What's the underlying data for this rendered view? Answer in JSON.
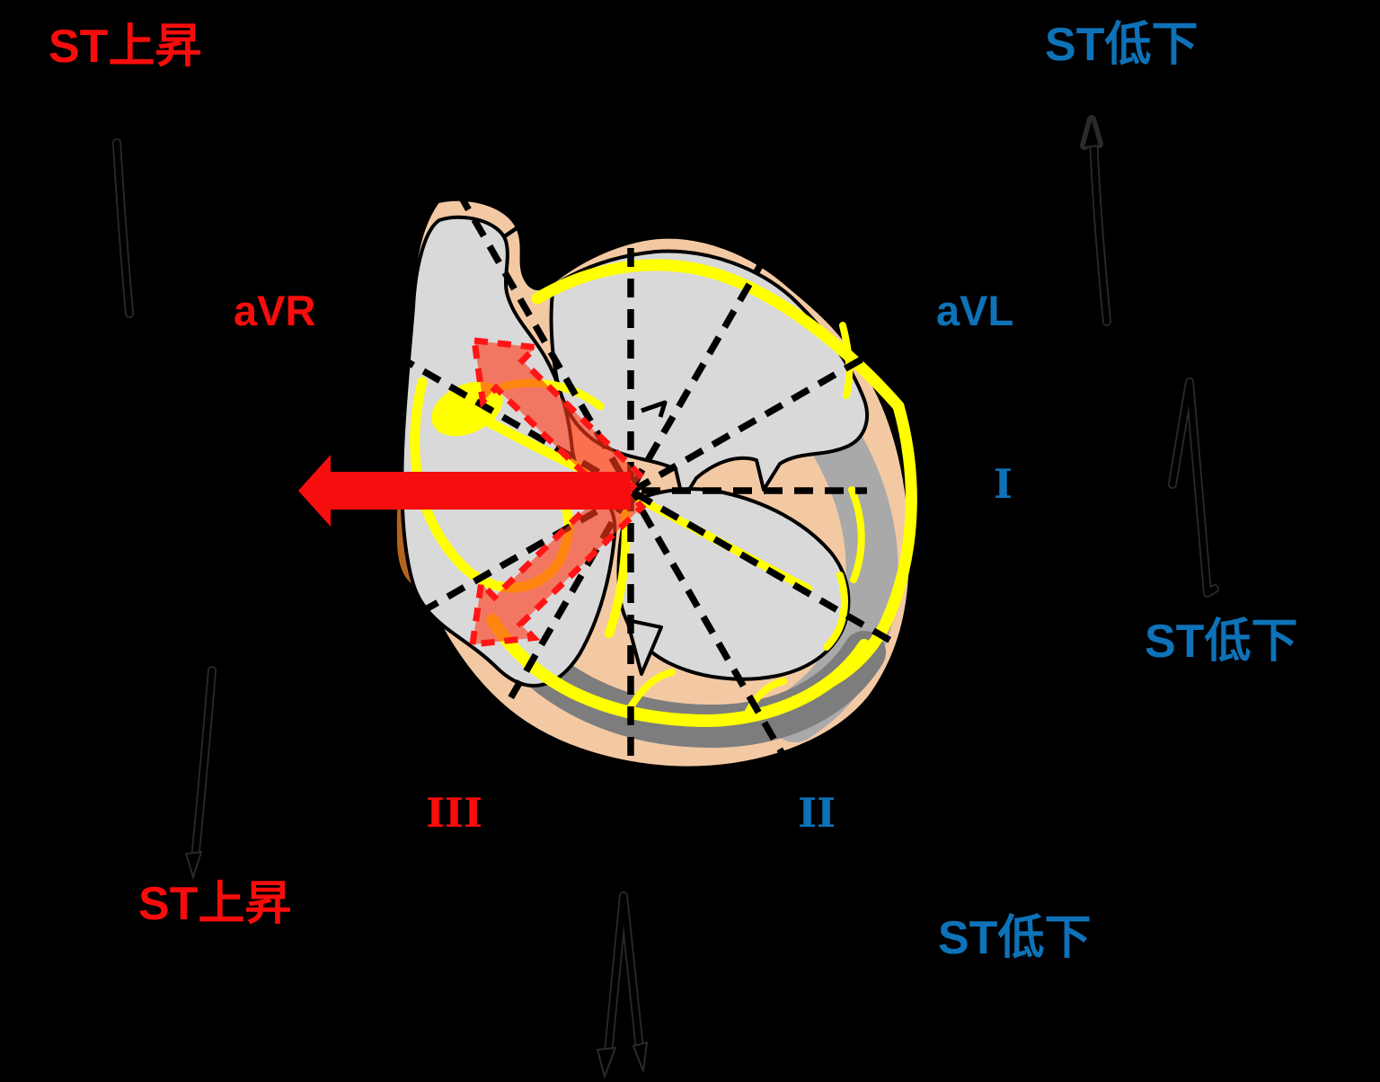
{
  "title": "Hexaxial ECG limb-lead diagram over a heart cross-section showing ST vector",
  "colors": {
    "background": "#000000",
    "red_label": "#f80c0c",
    "blue_label": "#0e72b8",
    "solid_vector_red": "#f70d0d",
    "translucent_vector_red": "rgba(255,58,26,0.62)",
    "vector_dash_border_red": "#ff1515",
    "myocardium_peach": "#f3c9a4",
    "chamber_gray": "#d9d9d9",
    "posterolateral_gray": "#a9a9a9",
    "inferior_dark_gray": "#7d7d7d",
    "conduction_yellow": "#ffff00",
    "vessel_brown": "#b5641e",
    "axis_black": "#000000"
  },
  "labels": {
    "st_elevation_top_left": {
      "text": "ST上昇",
      "color": "#f80c0c"
    },
    "st_depression_top_right": {
      "text": "ST低下",
      "color": "#0e72b8"
    },
    "lead_avr": {
      "text": "aVR",
      "color": "#f80c0c"
    },
    "lead_avl": {
      "text": "aVL",
      "color": "#0e72b8"
    },
    "lead_i": {
      "text": "I",
      "color": "#0e72b8"
    },
    "lead_ii": {
      "text": "II",
      "color": "#0e72b8"
    },
    "lead_iii": {
      "text": "III",
      "color": "#f80c0c"
    },
    "st_depression_right": {
      "text": "ST低下",
      "color": "#0e72b8"
    },
    "st_depression_bottom_right": {
      "text": "ST低下",
      "color": "#0e72b8"
    },
    "st_elevation_bottom_left": {
      "text": "ST上昇",
      "color": "#f80c0c"
    }
  },
  "figure": {
    "heart_illustration": "cross-section of heart with conduction system in yellow, infarct zone in gray",
    "hexaxial_axes": "six dashed black reference lines through heart center every 30 degrees",
    "main_st_vector": "large solid red arrow pointing left from heart center",
    "reciprocal_vector_upper": "translucent red dashed-outline arrow pointing up-left toward aVR",
    "reciprocal_vector_lower": "translucent red dashed-outline arrow pointing down-left toward III",
    "ecg_strokes": "hand-drawn black ECG deflection strokes near each lead label"
  }
}
